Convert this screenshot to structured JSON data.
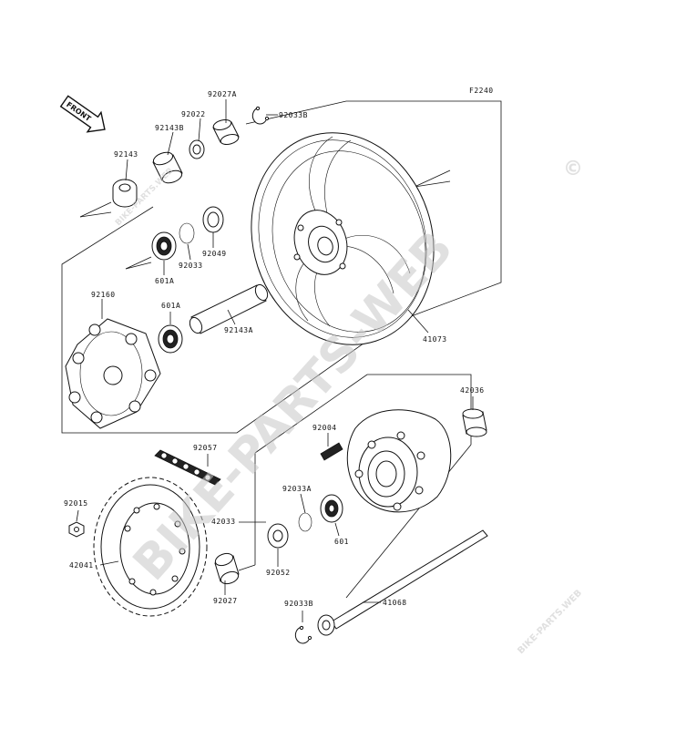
{
  "figure_code": "F2240",
  "front_marker": "FRONT",
  "watermarks": {
    "main": "BIKE-PARTS-WEB",
    "copyright": "©",
    "small": "BIKE-PARTS.WEB"
  },
  "parts": {
    "p92027A": "92027A",
    "p92022": "92022",
    "p92033B_top": "92033B",
    "p92143B": "92143B",
    "p92143": "92143",
    "p92033": "92033",
    "p92049": "92049",
    "p601A_top": "601A",
    "p92160": "92160",
    "p601A": "601A",
    "p92143A": "92143A",
    "p41073": "41073",
    "p42036": "42036",
    "p92004": "92004",
    "p92057": "92057",
    "p92015": "92015",
    "p92033A": "92033A",
    "p42033": "42033",
    "p601": "601",
    "p42041": "42041",
    "p92052": "92052",
    "p92027": "92027",
    "p92033B_bottom": "92033B",
    "p41068": "41068"
  }
}
